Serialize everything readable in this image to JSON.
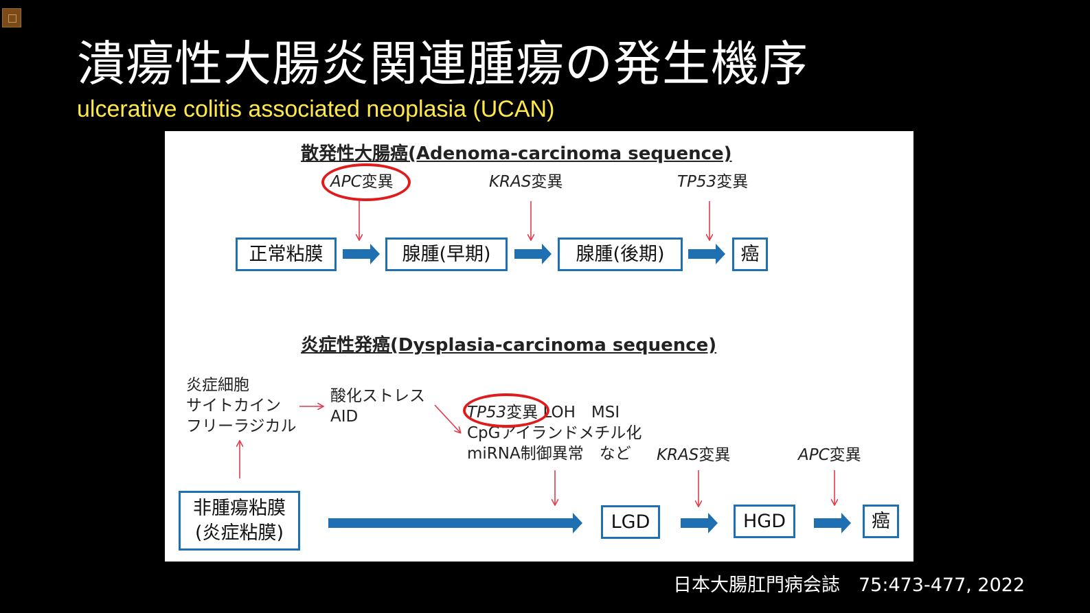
{
  "slide": {
    "title": "潰瘍性大腸炎関連腫瘍の発生機序",
    "subtitle": "ulcerative colitis associated neoplasia (UCAN)",
    "citation": "日本大腸肛門病会誌　75:473-477, 2022"
  },
  "sporadic": {
    "heading": "散発性大腸癌(Adenoma-carcinoma sequence)",
    "mutations": [
      {
        "gene": "APC",
        "suffix": "変異"
      },
      {
        "gene": "KRAS",
        "suffix": "変異"
      },
      {
        "gene": "TP53",
        "suffix": "変異"
      }
    ],
    "stages": [
      "正常粘膜",
      "腺腫(早期)",
      "腺腫(後期)",
      "癌"
    ]
  },
  "inflammatory": {
    "heading": "炎症性発癌(Dysplasia-carcinoma sequence)",
    "inflammation_lines": [
      "炎症細胞",
      "サイトカイン",
      "フリーラジカル"
    ],
    "oxidative_lines": [
      "酸化ストレス",
      "AID"
    ],
    "alteration_tp53_gene": "TP53",
    "alteration_tp53_suffix": "変異",
    "alteration_loh_msi": "LOH　MSI",
    "alteration_lines": [
      "CpGアイランドメチル化",
      "miRNA制御異常　など"
    ],
    "mutations": [
      {
        "gene": "KRAS",
        "suffix": "変異"
      },
      {
        "gene": "APC",
        "suffix": "変異"
      }
    ],
    "origin_lines": [
      "非腫瘍粘膜",
      "(炎症粘膜)"
    ],
    "stages": [
      "LGD",
      "HGD",
      "癌"
    ]
  },
  "colors": {
    "box_border": "#1f6fb3",
    "block_arrow": "#1f6fb3",
    "thin_arrow": "#e23b4a",
    "highlight_oval": "#e01b1b",
    "subtitle": "#ffe94a"
  }
}
